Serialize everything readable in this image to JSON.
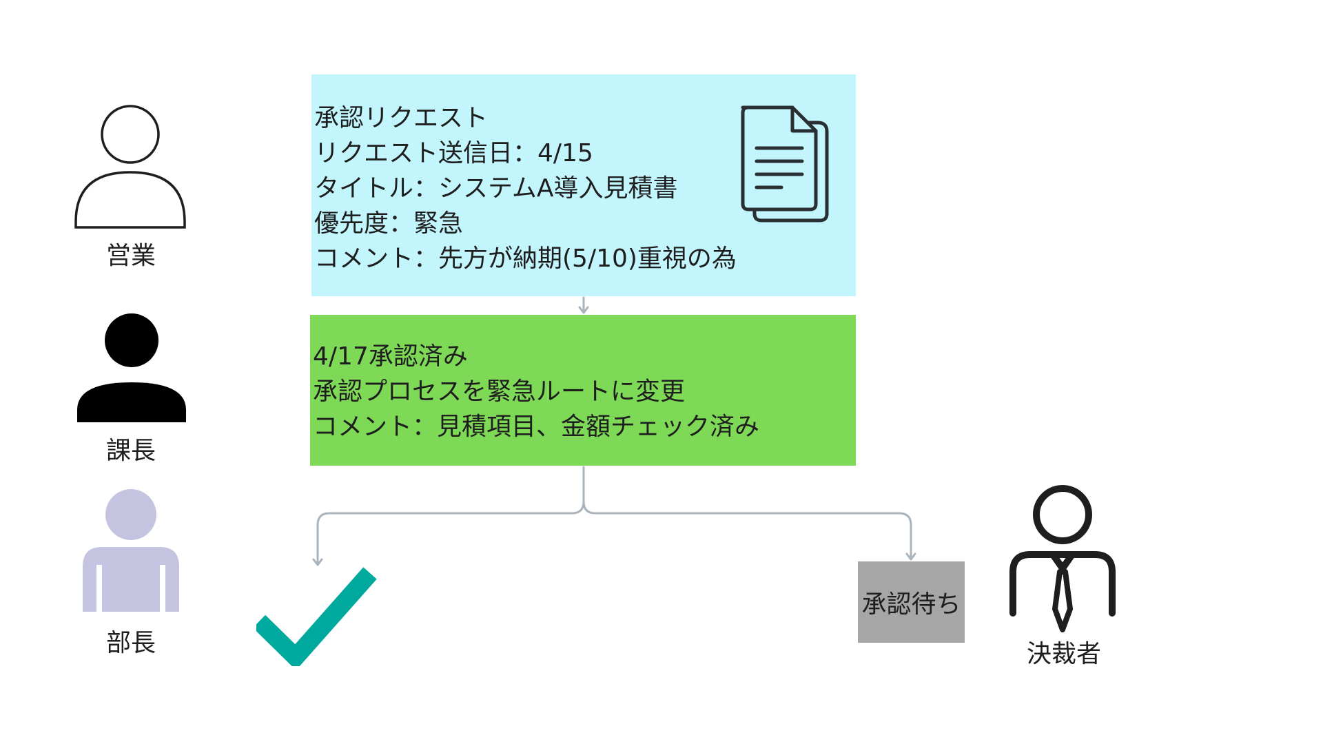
{
  "people": [
    {
      "label": "営業",
      "icon": "person-outline-icon"
    },
    {
      "label": "課長",
      "icon": "person-solid-icon"
    },
    {
      "label": "部長",
      "icon": "person-lavender-icon"
    },
    {
      "label": "決裁者",
      "icon": "businessman-tie-icon"
    }
  ],
  "request_box": {
    "lines": [
      "承認リクエスト",
      "リクエスト送信日：4/15",
      "タイトル：システムA導入見積書",
      "優先度：緊急",
      "コメント：先方が納期(5/10)重視の為"
    ],
    "icon": "document-copies-icon"
  },
  "approved_box": {
    "lines": [
      "4/17承認済み",
      "承認プロセスを緊急ルートに変更",
      "コメント：見積項目、金額チェック済み"
    ]
  },
  "pending_box": {
    "label": "承認待ち"
  },
  "check_icon": "checkmark-icon",
  "colors": {
    "request_bg": "#c3f5fd",
    "approved_bg": "#7ed957",
    "pending_bg": "#a6a6a6",
    "check": "#00a99d",
    "connector": "#a9b4bd",
    "lavender": "#c4c4e0",
    "text": "#1e1e1e"
  }
}
